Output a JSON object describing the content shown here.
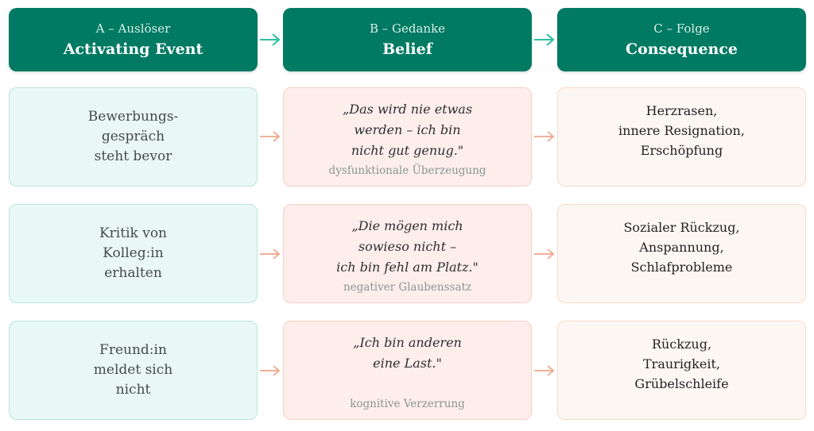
{
  "columns": [
    {
      "sub": "A – Auslöser",
      "title": "Activating Event"
    },
    {
      "sub": "B – Gedanke",
      "title": "Belief"
    },
    {
      "sub": "C – Folge",
      "title": "Consequence"
    }
  ],
  "rows": [
    {
      "activating": "Bewerbungs-\ngespräch\nsteht bevor",
      "belief": "„Das wird nie etwas\nwerden – ich bin\nnicht gut genug.\"",
      "belief_note": "dysfunktionale Überzeugung",
      "consequence": "Herzrasen,\ninnere Resignation,\nErschöpfung"
    },
    {
      "activating": "Kritik von\nKolleg:in\nerhalten",
      "belief": "„Die mögen mich\nsowieso nicht –\nich bin fehl am Platz.\"",
      "belief_note": "negativer Glaubenssatz",
      "consequence": "Sozialer Rückzug,\nAnspannung,\nSchlafprobleme"
    },
    {
      "activating": "Freund:in\nmeldet sich\nnicht",
      "belief": "„Ich bin anderen\neine Last.\"",
      "belief_note": "kognitive Verzerrung",
      "consequence": "Rückzug,\nTraurigkeit,\nGrübelschleife"
    }
  ],
  "colors": {
    "header": "#007a63",
    "header_arrow": "#2ebfa0",
    "row_arrow": "#f0a58c",
    "activating_fill": "#e9f8f6",
    "belief_fill": "#fdeeec",
    "consequence_fill": "#fdf7f3"
  }
}
